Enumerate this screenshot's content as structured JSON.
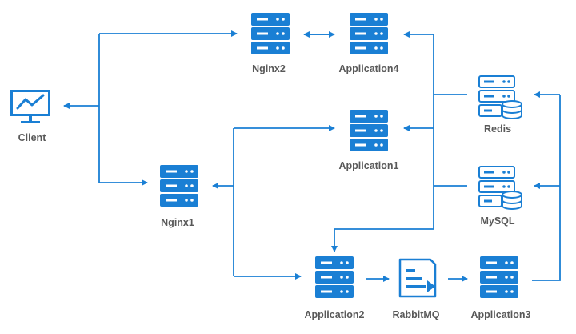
{
  "accent_color": "#1a7fd4",
  "label_color": "#595959",
  "nodes": {
    "client": {
      "label": "Client",
      "icon": "monitor-chart-icon"
    },
    "nginx1": {
      "label": "Nginx1",
      "icon": "server-icon"
    },
    "nginx2": {
      "label": "Nginx2",
      "icon": "server-icon"
    },
    "app1": {
      "label": "Application1",
      "icon": "server-icon"
    },
    "app2": {
      "label": "Application2",
      "icon": "server-icon"
    },
    "app3": {
      "label": "Application3",
      "icon": "server-icon"
    },
    "app4": {
      "label": "Application4",
      "icon": "server-icon"
    },
    "redis": {
      "label": "Redis",
      "icon": "database-server-icon"
    },
    "mysql": {
      "label": "MySQL",
      "icon": "database-server-icon"
    },
    "rabbitmq": {
      "label": "RabbitMQ",
      "icon": "message-queue-icon"
    }
  }
}
